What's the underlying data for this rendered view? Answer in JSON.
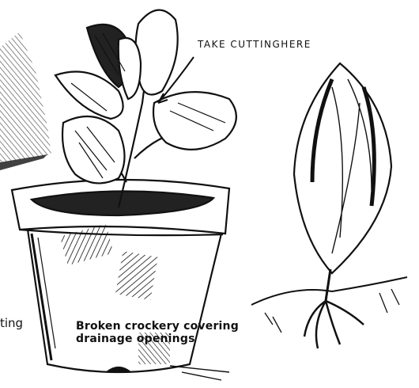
{
  "labels": {
    "take_cutting": "TAKE CUTTINGHERE",
    "left_fragment": "ting",
    "crockery_line1": "Broken crockery covering",
    "crockery_line2": "drainage openings"
  },
  "colors": {
    "ink": "#111111",
    "paper": "#ffffff"
  }
}
